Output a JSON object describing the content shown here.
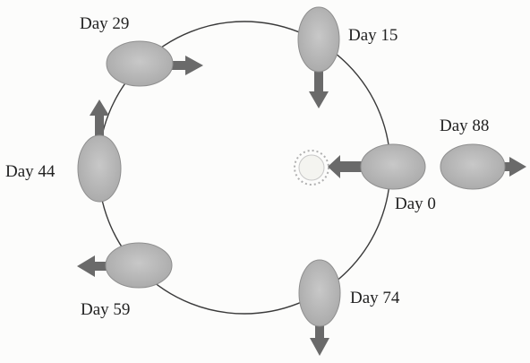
{
  "labels": {
    "day0": "Day 0",
    "day15": "Day 15",
    "day29": "Day 29",
    "day44": "Day 44",
    "day59": "Day 59",
    "day74": "Day 74",
    "day88": "Day 88"
  },
  "colors": {
    "orbit": "#3a3a3a",
    "planet_fill": "#b9b9b9",
    "planet_stroke": "#8f8f8f",
    "arrow": "#6a6a6a",
    "sun_fill": "#f4f4f0",
    "sun_rays": "#a8a8a8",
    "text": "#222222"
  }
}
